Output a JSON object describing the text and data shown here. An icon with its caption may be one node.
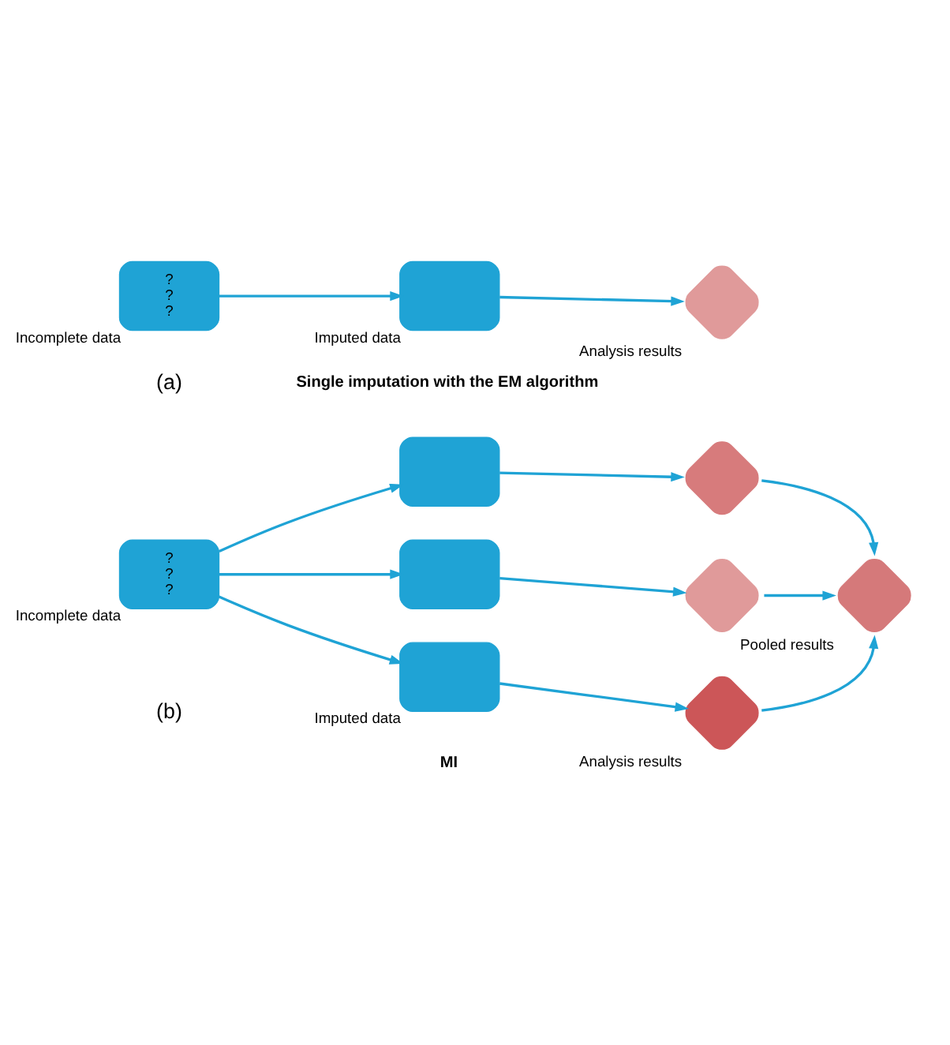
{
  "diagram": {
    "nodes": [
      {
        "text": [
          "?",
          "?",
          "?"
        ],
        "beside": [
          "Incomplete data"
        ]
      },
      {
        "text": [],
        "shape": "box",
        "beside": [
          "Imputed data"
        ]
      },
      {
        "text": [],
        "shape": "diamond",
        "beside": [
          "Analysis results"
        ]
      },
      {
        "text": [
          "?",
          "?",
          "?"
        ],
        "beside": [
          "Incomplete data"
        ]
      },
      {
        "text": [],
        "shape": "box"
      },
      {
        "text": [],
        "shape": "box"
      },
      {
        "text": [],
        "shape": "box",
        "beside": [
          "Imputed data"
        ]
      },
      {
        "text": [],
        "shape": "diamond"
      },
      {
        "text": [],
        "shape": "diamond"
      },
      {
        "text": [],
        "shape": "diamond",
        "beside": [
          "Analysis results"
        ]
      },
      {
        "text": [],
        "shape": "diamond",
        "beside": [
          "Pooled results"
        ]
      }
    ],
    "edges": [
      {
        "from": 0,
        "to": 1,
        "arrow": "to"
      },
      {
        "from": 1,
        "to": 2,
        "arrow": "to"
      },
      {
        "from": 3,
        "to": 4,
        "arrow": "to"
      },
      {
        "from": 3,
        "to": 5,
        "arrow": "to"
      },
      {
        "from": 3,
        "to": 6,
        "arrow": "to"
      },
      {
        "from": 4,
        "to": 7,
        "arrow": "to"
      },
      {
        "from": 5,
        "to": 8,
        "arrow": "to"
      },
      {
        "from": 6,
        "to": 9,
        "arrow": "to"
      },
      {
        "from": 7,
        "to": 10,
        "arrow": "to"
      },
      {
        "from": 8,
        "to": 10,
        "arrow": "to"
      },
      {
        "from": 9,
        "to": 10,
        "arrow": "to"
      }
    ],
    "labels": [
      "(a)",
      "Single imputation with the EM algorithm",
      "(b)",
      "MI"
    ]
  }
}
